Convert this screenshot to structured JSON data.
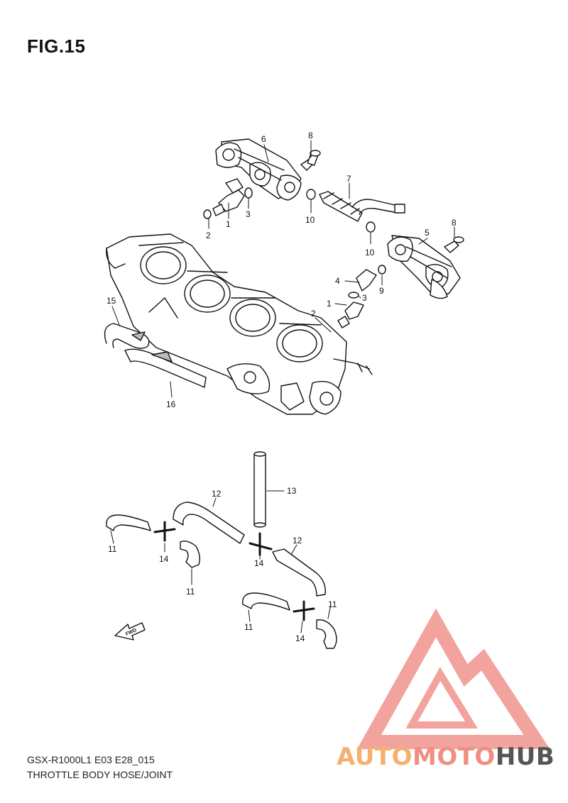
{
  "figure": {
    "title": "FIG.15",
    "model_code": "GSX-R1000L1 E03 E28_015",
    "description": "THROTTLE BODY HOSE/JOINT"
  },
  "callouts": [
    {
      "id": "c6",
      "label": "6"
    },
    {
      "id": "c8a",
      "label": "8"
    },
    {
      "id": "c7",
      "label": "7"
    },
    {
      "id": "c1a",
      "label": "1"
    },
    {
      "id": "c2a",
      "label": "2"
    },
    {
      "id": "c3a",
      "label": "3"
    },
    {
      "id": "c10a",
      "label": "10"
    },
    {
      "id": "c10b",
      "label": "10"
    },
    {
      "id": "c5",
      "label": "5"
    },
    {
      "id": "c8b",
      "label": "8"
    },
    {
      "id": "c4",
      "label": "4"
    },
    {
      "id": "c9",
      "label": "9"
    },
    {
      "id": "c3b",
      "label": "3"
    },
    {
      "id": "c1b",
      "label": "1"
    },
    {
      "id": "c2b",
      "label": "2"
    },
    {
      "id": "c15",
      "label": "15"
    },
    {
      "id": "c16",
      "label": "16"
    },
    {
      "id": "c13",
      "label": "13"
    },
    {
      "id": "c12a",
      "label": "12"
    },
    {
      "id": "c11a",
      "label": "11"
    },
    {
      "id": "c14a",
      "label": "14"
    },
    {
      "id": "c11b",
      "label": "11"
    },
    {
      "id": "c14b",
      "label": "14"
    },
    {
      "id": "c12b",
      "label": "12"
    },
    {
      "id": "c11c",
      "label": "11"
    },
    {
      "id": "c14c",
      "label": "14"
    },
    {
      "id": "c11d",
      "label": "11"
    }
  ],
  "fwd_label": "FWD",
  "watermark": {
    "part1": "AUTO",
    "part2": "MOTO",
    "part3": "HUB",
    "colors": {
      "red": "#f19a93",
      "orange": "#f5b070",
      "gray": "#555555"
    }
  }
}
